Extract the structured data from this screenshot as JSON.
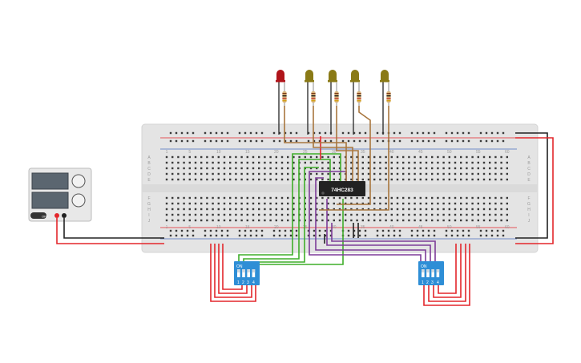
{
  "chip": {
    "label": "74HC283"
  },
  "breadboard": {
    "column_labels": [
      "1",
      "5",
      "10",
      "15",
      "20",
      "25",
      "30",
      "35",
      "40",
      "45",
      "50",
      "55",
      "60"
    ],
    "row_labels_top": [
      "A",
      "B",
      "C",
      "D",
      "E"
    ],
    "row_labels_bottom": [
      "F",
      "G",
      "H",
      "I",
      "J"
    ]
  },
  "dip_switch_left": {
    "on_label": "ON",
    "pin_labels": [
      "1",
      "2",
      "3",
      "4"
    ]
  },
  "dip_switch_right": {
    "on_label": "ON",
    "pin_labels": [
      "1",
      "2",
      "3",
      "4"
    ]
  },
  "leds": [
    {
      "name": "led-1",
      "color": "#b0141a"
    },
    {
      "name": "led-2",
      "color": "#8a7a16"
    },
    {
      "name": "led-3",
      "color": "#8a7a16"
    },
    {
      "name": "led-4",
      "color": "#8a7a16"
    },
    {
      "name": "led-5",
      "color": "#8a7a16"
    }
  ],
  "power_supply": {
    "button_label": "OFF"
  },
  "colors": {
    "wire_red": "#e3262b",
    "wire_black": "#222222",
    "wire_green": "#3fae2a",
    "wire_purple": "#7d3c98",
    "wire_brown": "#a8763e",
    "dip_blue": "#2e8ed6",
    "board": "#e6e6e6"
  }
}
